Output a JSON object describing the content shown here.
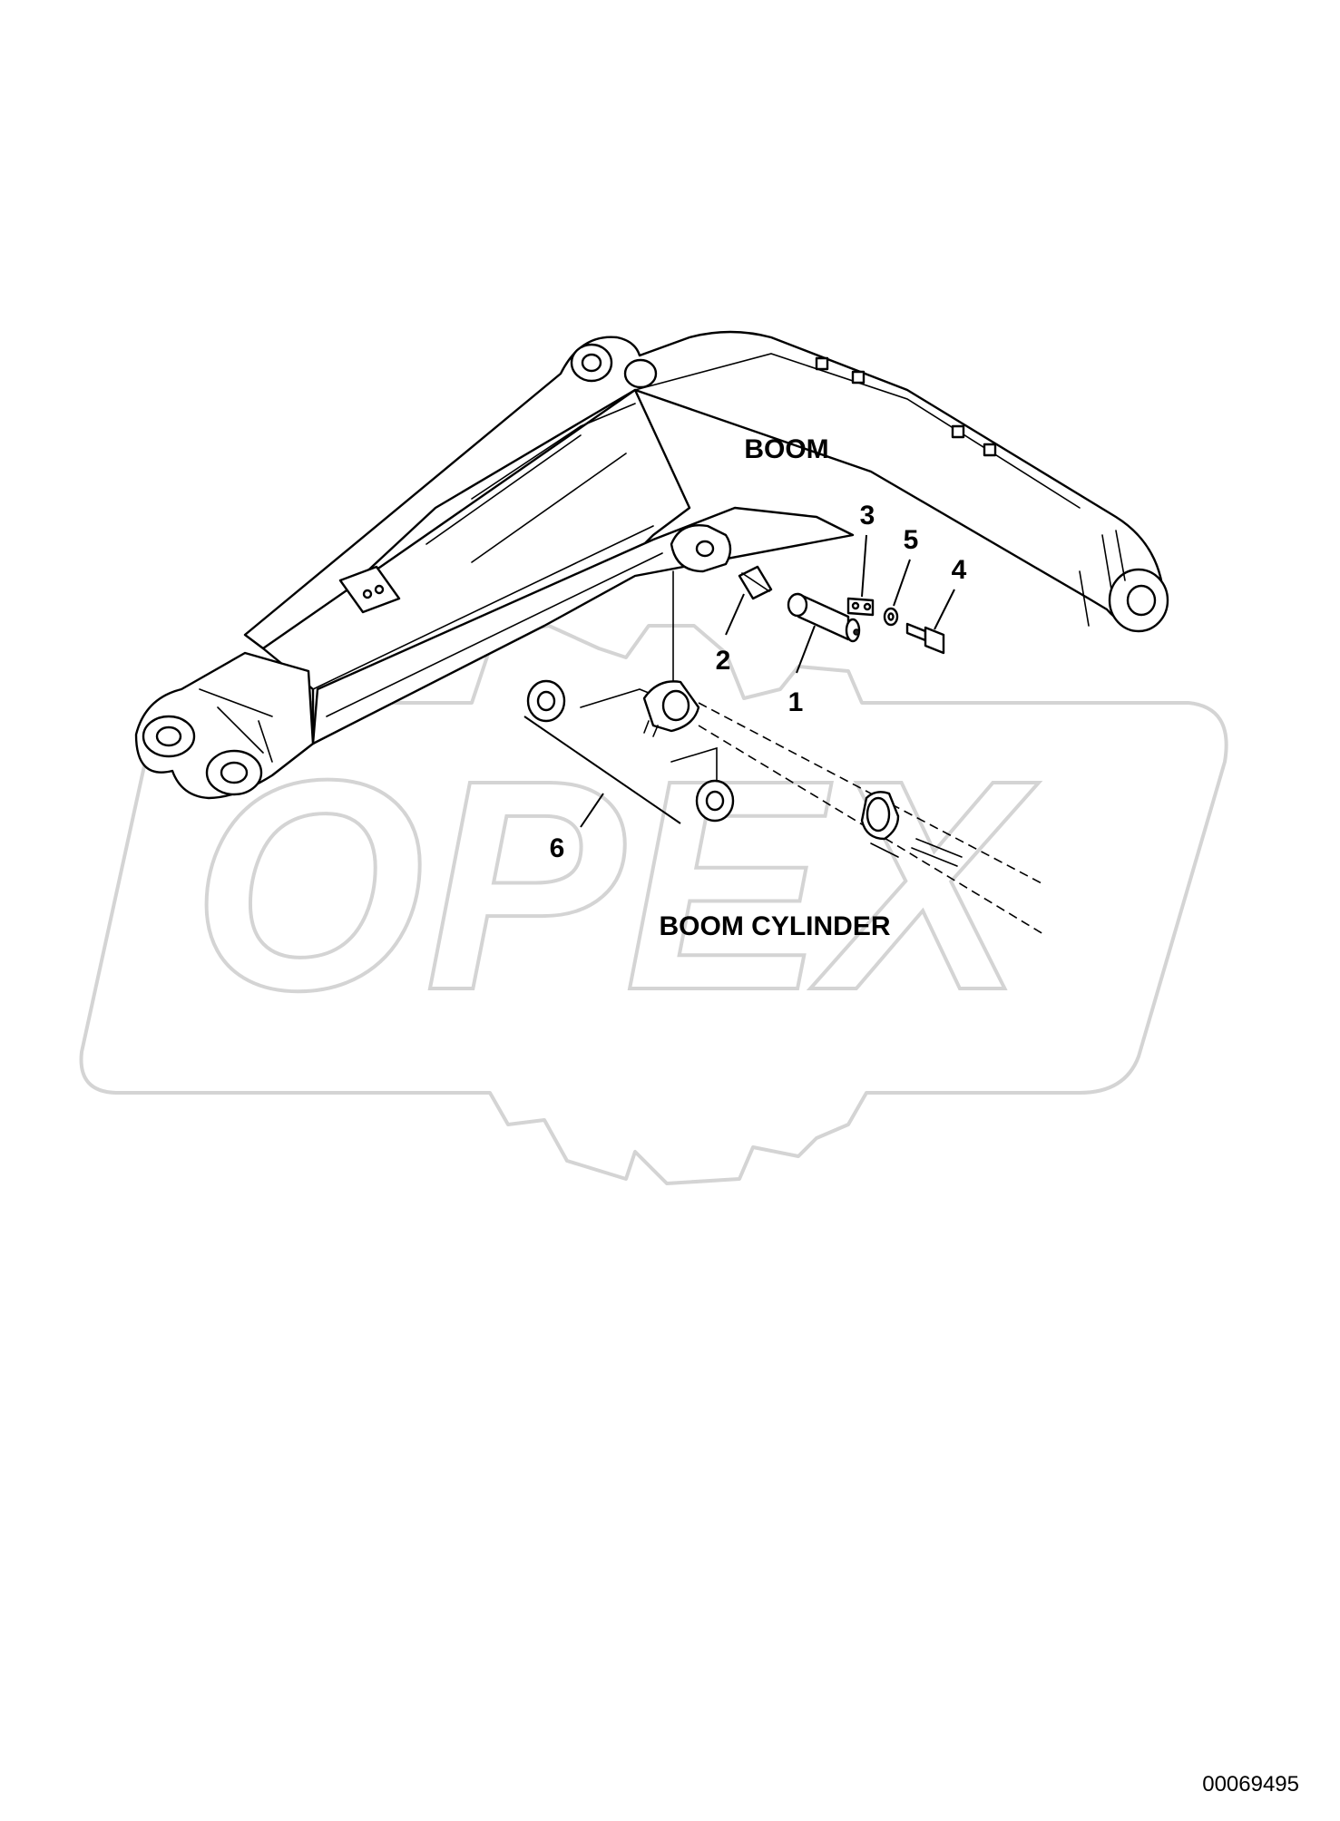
{
  "labels": {
    "boom": "BOOM",
    "boom_cylinder": "BOOM CYLINDER",
    "callouts": [
      "1",
      "2",
      "3",
      "4",
      "5",
      "6"
    ]
  },
  "watermark": {
    "text": "OPEX",
    "color": "#d4d4d4"
  },
  "document_id": "00069495"
}
